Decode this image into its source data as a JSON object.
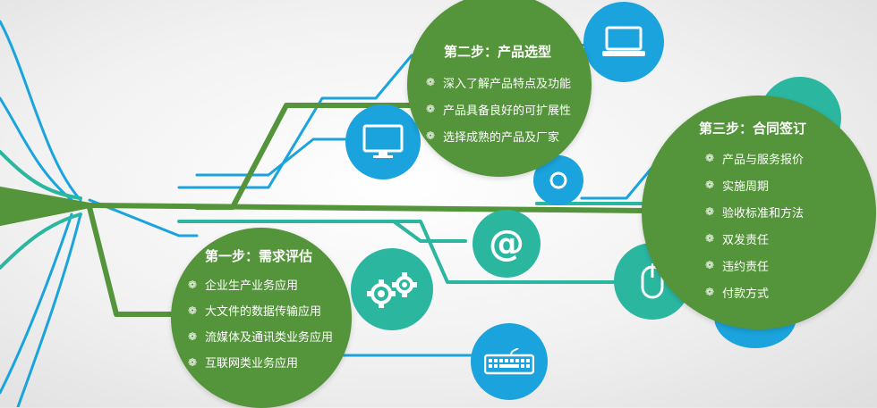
{
  "steps": [
    {
      "title": "第一步：需求评估",
      "items": [
        "企业生产业务应用",
        "大文件的数据传输应用",
        "流媒体及通讯类业务应用",
        "互联网类业务应用"
      ]
    },
    {
      "title": "第二步：产品选型",
      "items": [
        "深入了解产品特点及功能",
        "产品具备良好的可扩展性",
        "选择成熟的产品及厂家"
      ]
    },
    {
      "title": "第三步：合同签订",
      "items": [
        "产品与服务报价",
        "实施周期",
        "验收标准和方法",
        "双发责任",
        "违约责任",
        "付款方式"
      ]
    }
  ],
  "icons": {
    "email_symbol": "@",
    "bullet_symbol": "❁"
  },
  "colors": {
    "green": "#54943a",
    "blue": "#1aa3dc",
    "teal": "#2bb6a0"
  }
}
